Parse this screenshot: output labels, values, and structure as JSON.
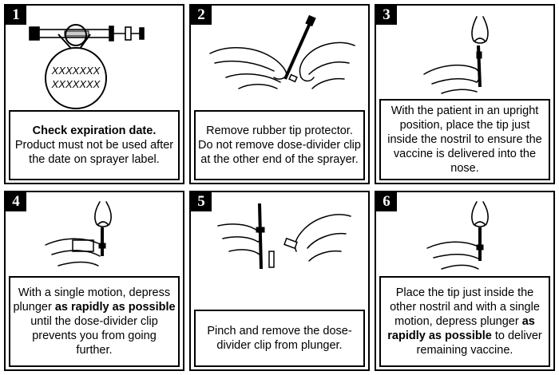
{
  "panels": [
    {
      "number": "1",
      "label_marks": [
        "XXXXXXX",
        "XXXXXXX"
      ],
      "caption": [
        {
          "text": "Check expiration date.",
          "bold": true
        },
        {
          "text": " Product must not be used after the date on sprayer label.",
          "bold": false
        }
      ]
    },
    {
      "number": "2",
      "caption": [
        {
          "text": "Remove rubber tip protector. Do not remove dose-divider clip at the other end of the sprayer.",
          "bold": false
        }
      ]
    },
    {
      "number": "3",
      "caption": [
        {
          "text": "With the patient in an upright position, place the tip just inside the nostril to ensure the vaccine is delivered into the nose.",
          "bold": false
        }
      ]
    },
    {
      "number": "4",
      "caption": [
        {
          "text": "With a single motion, depress plunger ",
          "bold": false
        },
        {
          "text": "as rapidly as possible",
          "bold": true
        },
        {
          "text": " until the dose-divider clip prevents you from going further.",
          "bold": false
        }
      ]
    },
    {
      "number": "5",
      "caption": [
        {
          "text": "Pinch and remove the dose-divider clip from plunger.",
          "bold": false
        }
      ]
    },
    {
      "number": "6",
      "caption": [
        {
          "text": "Place the tip just inside the other nostril and with a single motion, depress plunger ",
          "bold": false
        },
        {
          "text": "as rapidly as possible",
          "bold": true
        },
        {
          "text": " to deliver remaining vaccine.",
          "bold": false
        }
      ]
    }
  ],
  "icons": [
    "sprayer-icon",
    "magnifier-icon",
    "hand-icon",
    "nose-icon",
    "clip-icon"
  ]
}
